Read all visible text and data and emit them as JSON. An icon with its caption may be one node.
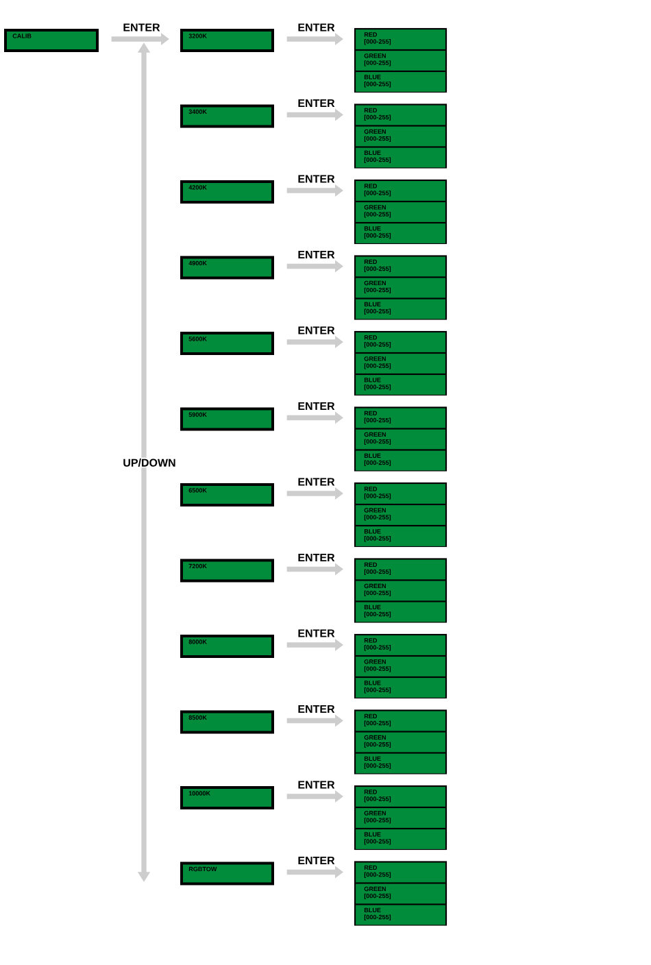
{
  "diagram": {
    "nodes": [
      {
        "text": [
          "CALIB"
        ]
      },
      {
        "text": [
          "3200K"
        ]
      },
      {
        "text": [],
        "shape": "box"
      },
      {
        "text": [
          "RED",
          "[000-255]"
        ],
        "in": 2
      },
      {
        "text": [
          "GREEN",
          "[000-255]"
        ],
        "in": 2
      },
      {
        "text": [
          "BLUE",
          "[000-255]"
        ],
        "in": 2
      },
      {
        "text": [
          "3400K"
        ]
      },
      {
        "text": [],
        "shape": "box"
      },
      {
        "text": [
          "RED",
          "[000-255]"
        ],
        "in": 7
      },
      {
        "text": [
          "GREEN",
          "[000-255]"
        ],
        "in": 7
      },
      {
        "text": [
          "BLUE",
          "[000-255]"
        ],
        "in": 7
      },
      {
        "text": [
          "4200K"
        ]
      },
      {
        "text": [],
        "shape": "box"
      },
      {
        "text": [
          "RED",
          "[000-255]"
        ],
        "in": 12
      },
      {
        "text": [
          "GREEN",
          "[000-255]"
        ],
        "in": 12
      },
      {
        "text": [
          "BLUE",
          "[000-255]"
        ],
        "in": 12
      },
      {
        "text": [
          "4900K"
        ]
      },
      {
        "text": [],
        "shape": "box"
      },
      {
        "text": [
          "RED",
          "[000-255]"
        ],
        "in": 17
      },
      {
        "text": [
          "GREEN",
          "[000-255]"
        ],
        "in": 17
      },
      {
        "text": [
          "BLUE",
          "[000-255]"
        ],
        "in": 17
      },
      {
        "text": [
          "5600K"
        ]
      },
      {
        "text": [],
        "shape": "box"
      },
      {
        "text": [
          "RED",
          "[000-255]"
        ],
        "in": 22
      },
      {
        "text": [
          "GREEN",
          "[000-255]"
        ],
        "in": 22
      },
      {
        "text": [
          "BLUE",
          "[000-255]"
        ],
        "in": 22
      },
      {
        "text": [
          "5900K"
        ]
      },
      {
        "text": [],
        "shape": "box"
      },
      {
        "text": [
          "RED",
          "[000-255]"
        ],
        "in": 27
      },
      {
        "text": [
          "GREEN",
          "[000-255]"
        ],
        "in": 27
      },
      {
        "text": [
          "BLUE",
          "[000-255]"
        ],
        "in": 27
      },
      {
        "text": [
          "6500K"
        ]
      },
      {
        "text": [],
        "shape": "box"
      },
      {
        "text": [
          "RED",
          "[000-255]"
        ],
        "in": 32
      },
      {
        "text": [
          "GREEN",
          "[000-255]"
        ],
        "in": 32
      },
      {
        "text": [
          "BLUE",
          "[000-255]"
        ],
        "in": 32
      },
      {
        "text": [
          "7200K"
        ]
      },
      {
        "text": [],
        "shape": "box"
      },
      {
        "text": [
          "RED",
          "[000-255]"
        ],
        "in": 37
      },
      {
        "text": [
          "GREEN",
          "[000-255]"
        ],
        "in": 37
      },
      {
        "text": [
          "BLUE",
          "[000-255]"
        ],
        "in": 37
      },
      {
        "text": [
          "8000K"
        ]
      },
      {
        "text": [],
        "shape": "box"
      },
      {
        "text": [
          "RED",
          "[000-255]"
        ],
        "in": 42
      },
      {
        "text": [
          "GREEN",
          "[000-255]"
        ],
        "in": 42
      },
      {
        "text": [
          "BLUE",
          "[000-255]"
        ],
        "in": 42
      },
      {
        "text": [
          "8500K"
        ]
      },
      {
        "text": [],
        "shape": "box"
      },
      {
        "text": [
          "RED",
          "[000-255]"
        ],
        "in": 47
      },
      {
        "text": [
          "GREEN",
          "[000-255]"
        ],
        "in": 47
      },
      {
        "text": [
          "BLUE",
          "[000-255]"
        ],
        "in": 47
      },
      {
        "text": [
          "10000K"
        ]
      },
      {
        "text": [],
        "shape": "box"
      },
      {
        "text": [
          "RED",
          "[000-255]"
        ],
        "in": 52
      },
      {
        "text": [
          "GREEN",
          "[000-255]"
        ],
        "in": 52
      },
      {
        "text": [
          "BLUE",
          "[000-255]"
        ],
        "in": 52
      },
      {
        "text": [
          "RGBTOW"
        ]
      },
      {
        "text": [],
        "shape": "box"
      },
      {
        "text": [
          "RED",
          "[000-255]"
        ],
        "in": 57
      },
      {
        "text": [
          "GREEN",
          "[000-255]"
        ],
        "in": 57
      },
      {
        "text": [
          "BLUE",
          "[000-255]"
        ],
        "in": 57
      }
    ],
    "edges": [
      {
        "from": 0,
        "to": 1,
        "arrow": "to",
        "label": "ENTER"
      },
      {
        "from": 1,
        "to": 2,
        "arrow": "to",
        "label": "ENTER"
      },
      {
        "from": 6,
        "to": 7,
        "arrow": "to",
        "label": "ENTER"
      },
      {
        "from": 11,
        "to": 12,
        "arrow": "to",
        "label": "ENTER"
      },
      {
        "from": 16,
        "to": 17,
        "arrow": "to",
        "label": "ENTER"
      },
      {
        "from": 21,
        "to": 22,
        "arrow": "to",
        "label": "ENTER"
      },
      {
        "from": 26,
        "to": 27,
        "arrow": "to",
        "label": "ENTER"
      },
      {
        "from": 31,
        "to": 32,
        "arrow": "to",
        "label": "ENTER"
      },
      {
        "from": 36,
        "to": 37,
        "arrow": "to",
        "label": "ENTER"
      },
      {
        "from": 41,
        "to": 42,
        "arrow": "to",
        "label": "ENTER"
      },
      {
        "from": 46,
        "to": 47,
        "arrow": "to",
        "label": "ENTER"
      },
      {
        "from": 51,
        "to": 52,
        "arrow": "to",
        "label": "ENTER"
      },
      {
        "from": 56,
        "to": 57,
        "arrow": "to",
        "label": "ENTER"
      }
    ],
    "labels": [
      "UP/DOWN"
    ]
  }
}
